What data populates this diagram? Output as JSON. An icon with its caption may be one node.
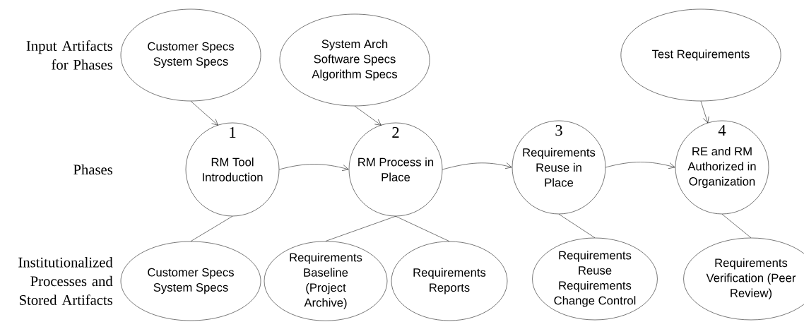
{
  "diagram": {
    "nodes": [
      {
        "text": [
          "Customer Specs System Specs"
        ]
      },
      {
        "text": [
          "System Arch Software Specs Algorithm Specs"
        ]
      },
      {
        "text": [
          "Test Requirements"
        ]
      },
      {
        "text": [
          "1",
          "RM Tool Introduction"
        ]
      },
      {
        "text": [
          "2",
          "RM Process in Place"
        ]
      },
      {
        "text": [
          "3",
          "Requirements Reuse in Place"
        ]
      },
      {
        "text": [
          "4",
          "RE and RM Authorized in Organization"
        ]
      },
      {
        "text": [
          "Customer Specs System Specs"
        ]
      },
      {
        "text": [
          "Requirements Baseline (Project Archive)"
        ]
      },
      {
        "text": [
          "Requirements Reports"
        ]
      },
      {
        "text": [
          "Requirements Reuse Requirements Change Control"
        ]
      },
      {
        "text": [
          "Requirements Verification (Peer Review)"
        ]
      }
    ],
    "edges": [
      {
        "from": 0,
        "to": 3,
        "arrow": "to"
      },
      {
        "from": 1,
        "to": 4,
        "arrow": "to"
      },
      {
        "from": 2,
        "to": 6,
        "arrow": "to"
      },
      {
        "from": 3,
        "to": 4,
        "arrow": "to"
      },
      {
        "from": 4,
        "to": 5,
        "arrow": "to"
      },
      {
        "from": 5,
        "to": 6,
        "arrow": "to"
      },
      {
        "from": 3,
        "to": 7,
        "arrow": "none"
      },
      {
        "from": 4,
        "to": 8,
        "arrow": "none"
      },
      {
        "from": 4,
        "to": 9,
        "arrow": "none"
      },
      {
        "from": 5,
        "to": 10,
        "arrow": "none"
      },
      {
        "from": 6,
        "to": 11,
        "arrow": "none"
      }
    ],
    "labels": [
      "Input Artifacts for Phases",
      "Phases",
      "Institutionalized Processes and Stored Artifacts"
    ]
  }
}
